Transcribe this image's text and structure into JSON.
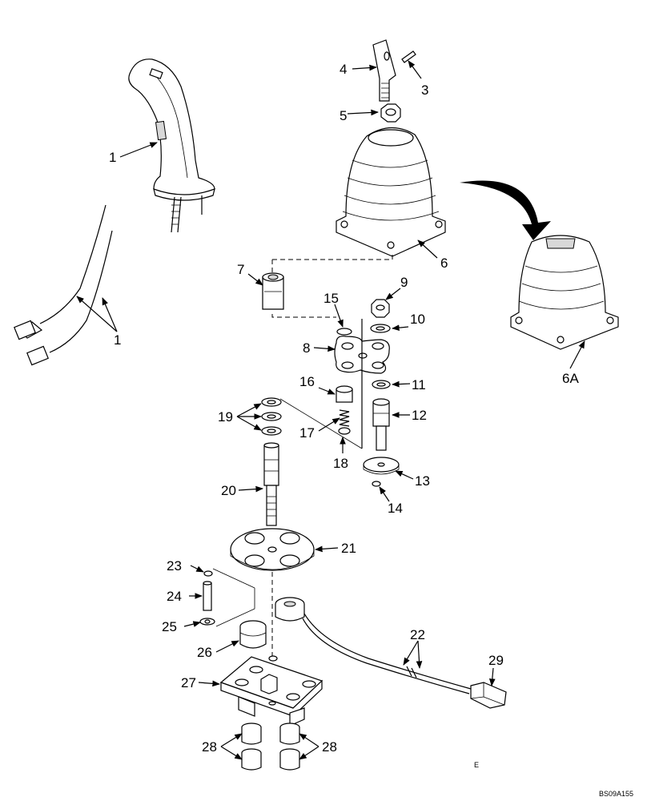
{
  "labels": {
    "p1": "1",
    "p1b": "1",
    "p3": "3",
    "p4": "4",
    "p5": "5",
    "p6": "6",
    "p6a": "6A",
    "p7": "7",
    "p8": "8",
    "p9": "9",
    "p10": "10",
    "p11": "11",
    "p12": "12",
    "p13": "13",
    "p14": "14",
    "p15": "15",
    "p16": "16",
    "p17": "17",
    "p18": "18",
    "p19": "19",
    "p20": "20",
    "p21": "21",
    "p22": "22",
    "p23": "23",
    "p24": "24",
    "p25": "25",
    "p26": "26",
    "p27": "27",
    "p28a": "28",
    "p28b": "28",
    "p29": "29"
  },
  "footer": {
    "code": "BS09A155",
    "mark": "E"
  }
}
